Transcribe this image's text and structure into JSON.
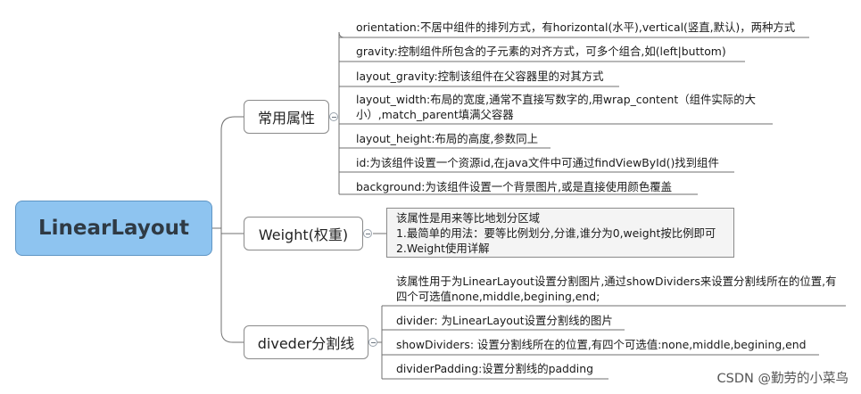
{
  "root": {
    "label": "LinearLayout"
  },
  "branches": [
    {
      "label": "常用属性",
      "items": [
        "orientation:不居中组件的排列方式，有horizontal(水平),vertical(竖直,默认)，两种方式",
        "gravity:控制组件所包含的子元素的对齐方式，可多个组合,如(left|buttom)",
        "layout_gravity:控制该组件在父容器里的对其方式",
        "layout_width:布局的宽度,通常不直接写数字的,用wrap_content（组件实际的大小）,match_parent填满父容器",
        "layout_height:布局的高度,参数同上",
        "id:为该组件设置一个资源id,在java文件中可通过findViewById()找到组件",
        "background:为该组件设置一个背景图片,或是直接使用颜色覆盖"
      ]
    },
    {
      "label": "Weight(权重)",
      "note": [
        "该属性是用来等比地划分区域",
        "1.最简单的用法：要等比例划分,分谁,谁分为0,weight按比例即可",
        "2.Weight使用详解"
      ]
    },
    {
      "label": "diveder分割线",
      "intro": "该属性用于为LinearLayout设置分割图片,通过showDividers来设置分割线所在的位置,有四个可选值none,middle,begining,end;",
      "items": [
        "divider: 为LinearLayout设置分割线的图片",
        "showDividers: 设置分割线所在的位置,有四个可选值:none,middle,begining,end",
        "dividerPadding:设置分割线的padding"
      ]
    }
  ],
  "watermark": "CSDN @勤劳的小菜鸟"
}
